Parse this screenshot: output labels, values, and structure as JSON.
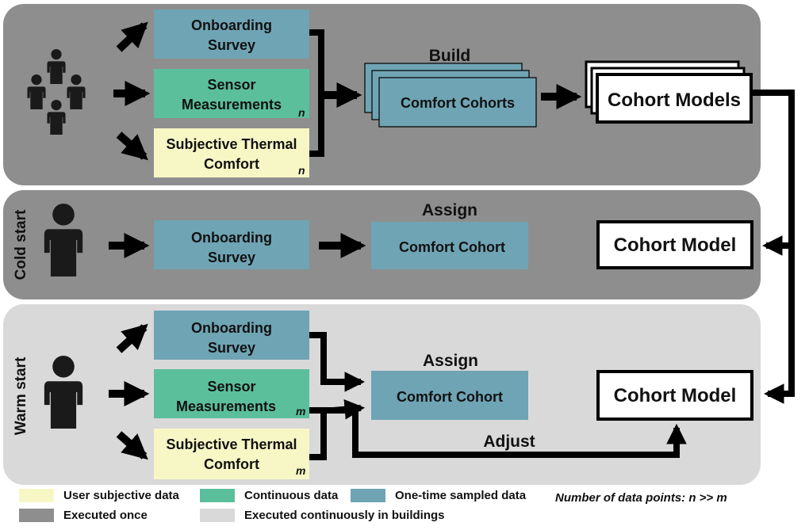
{
  "colors": {
    "executed_once": "#8e8e8e",
    "executed_continuously": "#d9d9d9",
    "user_subjective": "#f7f7c6",
    "continuous": "#5bbf9c",
    "one_time": "#6fa4b4"
  },
  "icons": [
    "group-of-people-icon",
    "person-icon",
    "arrow-icon"
  ],
  "top_panel": {
    "onboarding": [
      "Onboarding",
      "Survey"
    ],
    "sensor": [
      "Sensor",
      "Measurements"
    ],
    "sensor_sub": "n",
    "subjective": [
      "Subjective Thermal",
      "Comfort"
    ],
    "subjective_sub": "n",
    "build_label": "Build",
    "cohorts_label": "Comfort Cohorts",
    "models_label": "Cohort Models"
  },
  "cold_panel": {
    "side_label": "Cold start",
    "onboarding": [
      "Onboarding",
      "Survey"
    ],
    "assign_label": "Assign",
    "cohort_label": "Comfort Cohort",
    "model_label": "Cohort Model"
  },
  "warm_panel": {
    "side_label": "Warm start",
    "onboarding": [
      "Onboarding",
      "Survey"
    ],
    "sensor": [
      "Sensor",
      "Measurements"
    ],
    "sensor_sub": "m",
    "subjective": [
      "Subjective Thermal",
      "Comfort"
    ],
    "subjective_sub": "m",
    "assign_label": "Assign",
    "cohort_label": "Comfort Cohort",
    "adjust_label": "Adjust",
    "model_label": "Cohort Model"
  },
  "legend": {
    "user_subjective": "User subjective data",
    "continuous": "Continuous data",
    "one_time": "One-time sampled data",
    "executed_once": "Executed once",
    "executed_continuously": "Executed continuously in buildings",
    "note": "Number of data points: n >> m"
  }
}
